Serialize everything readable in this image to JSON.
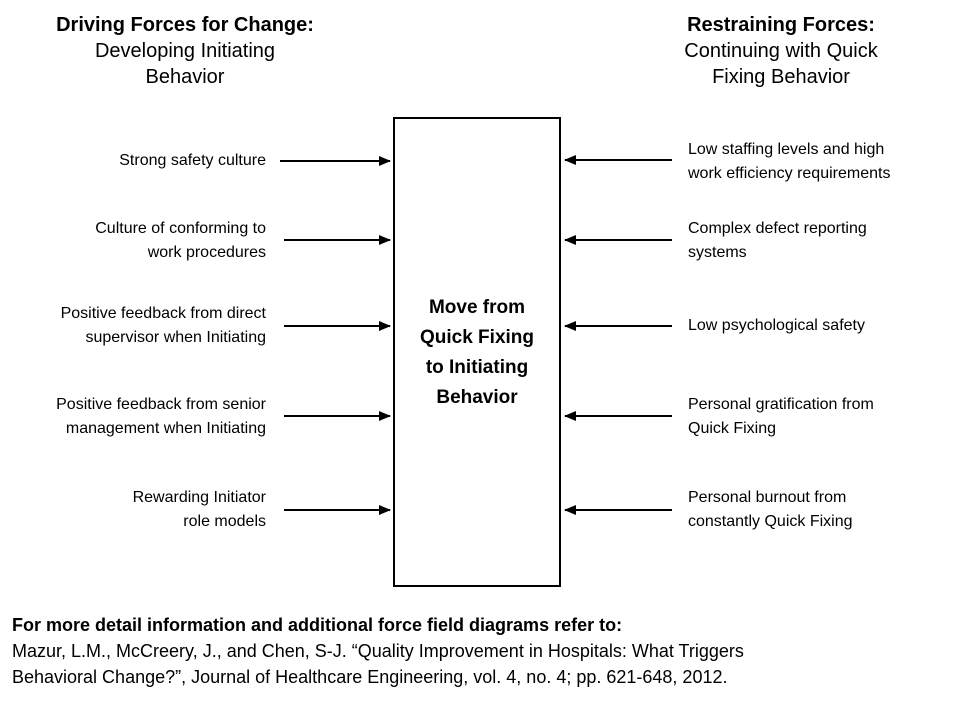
{
  "left_header": {
    "title": "Driving Forces for Change:",
    "subtitle_line1": "Developing Initiating",
    "subtitle_line2": "Behavior"
  },
  "right_header": {
    "title": "Restraining Forces:",
    "subtitle_line1": "Continuing with Quick",
    "subtitle_line2": "Fixing Behavior"
  },
  "center": {
    "line1": "Move from",
    "line2": "Quick Fixing",
    "line3": "to Initiating",
    "line4": "Behavior"
  },
  "driving_forces": [
    {
      "line1": "Strong safety culture",
      "line2": ""
    },
    {
      "line1": "Culture of conforming to",
      "line2": "work procedures"
    },
    {
      "line1": "Positive feedback from direct",
      "line2": "supervisor when Initiating"
    },
    {
      "line1": "Positive feedback from senior",
      "line2": "management when Initiating"
    },
    {
      "line1": "Rewarding Initiator",
      "line2": "role models"
    }
  ],
  "restraining_forces": [
    {
      "line1": "Low staffing levels and high",
      "line2": "work efficiency requirements"
    },
    {
      "line1": "Complex defect reporting",
      "line2": "systems"
    },
    {
      "line1": "Low psychological safety",
      "line2": ""
    },
    {
      "line1": "Personal gratification from",
      "line2": "Quick Fixing"
    },
    {
      "line1": "Personal burnout from",
      "line2": "constantly Quick Fixing"
    }
  ],
  "footer": {
    "heading": "For more detail information and additional force field diagrams refer to:",
    "citation_line1": "Mazur, L.M., McCreery, J., and Chen, S-J. “Quality Improvement in Hospitals: What Triggers",
    "citation_line2": "Behavioral Change?”, Journal of Healthcare Engineering, vol. 4, no. 4; pp. 621-648, 2012."
  }
}
